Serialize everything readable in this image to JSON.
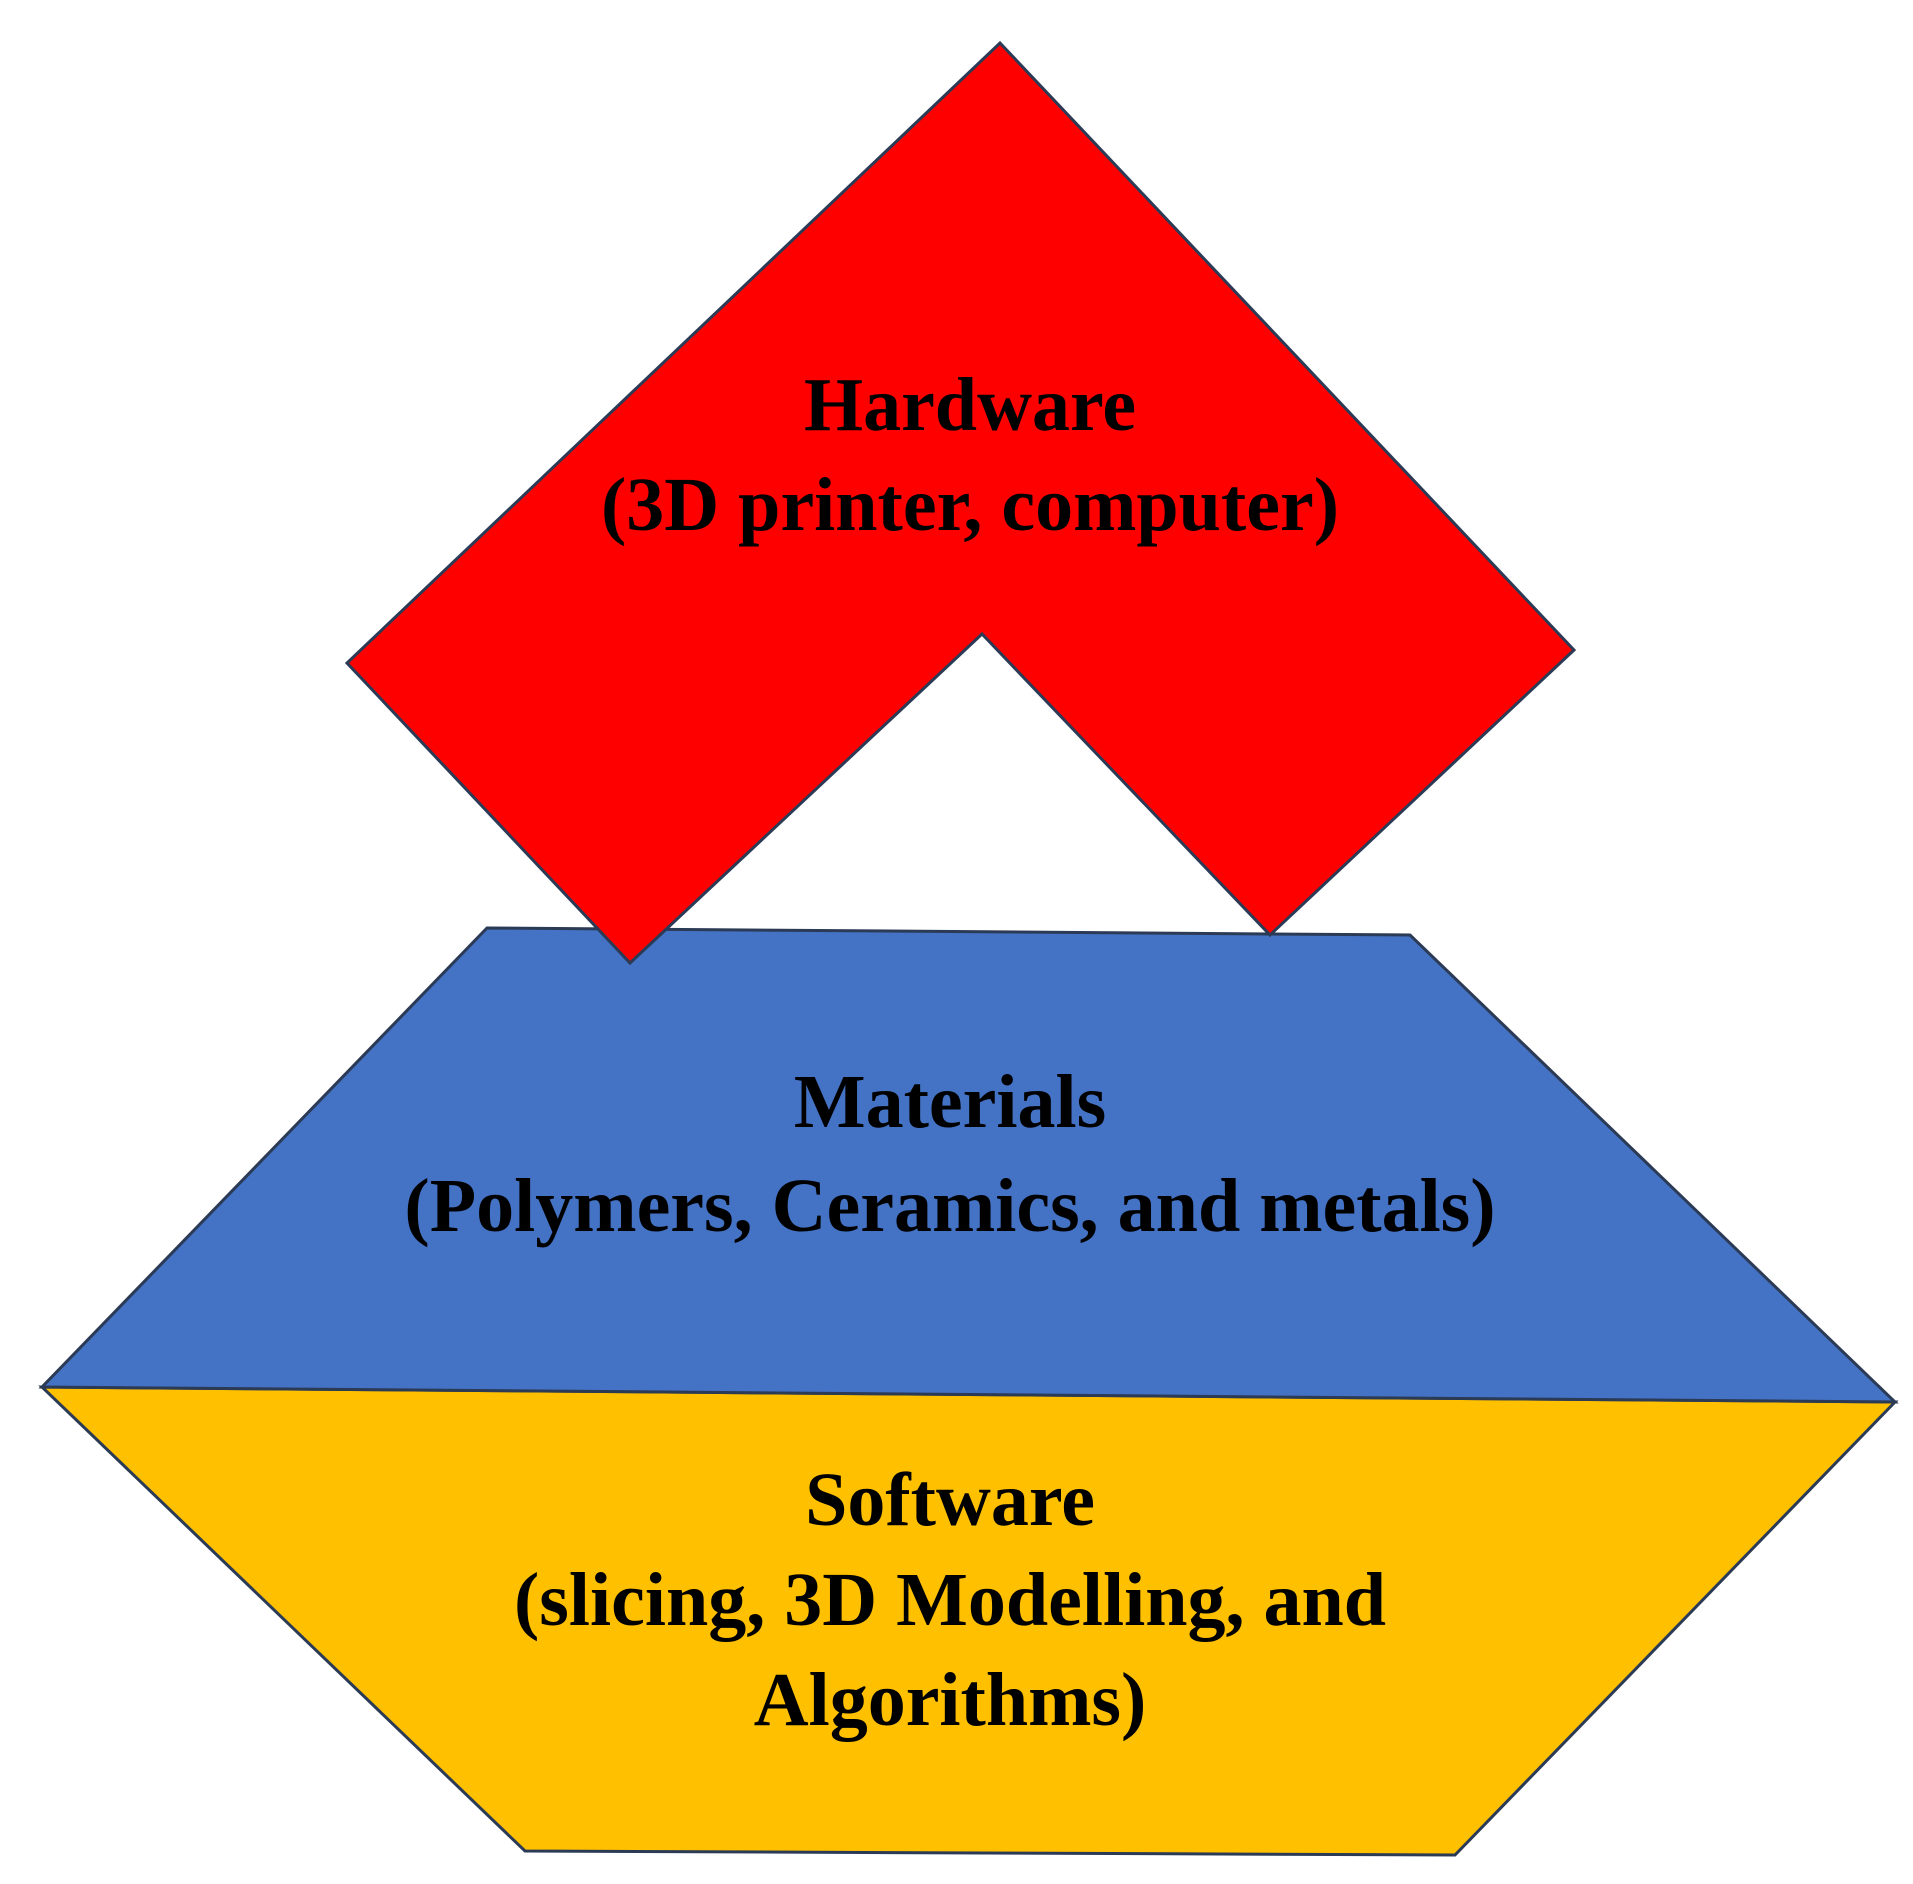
{
  "colors": {
    "hardware": "#ff0000",
    "materials": "#4472c4",
    "software": "#ffc000",
    "outline": "#2b3a55",
    "text": "#000000"
  },
  "hardware": {
    "title": "Hardware",
    "subtitle": "(3D printer, computer)"
  },
  "materials": {
    "title": "Materials",
    "subtitle": "(Polymers, Ceramics, and metals)"
  },
  "software": {
    "title": "Software",
    "subtitle_line1": "(slicing, 3D Modelling, and",
    "subtitle_line2": "Algorithms)"
  }
}
